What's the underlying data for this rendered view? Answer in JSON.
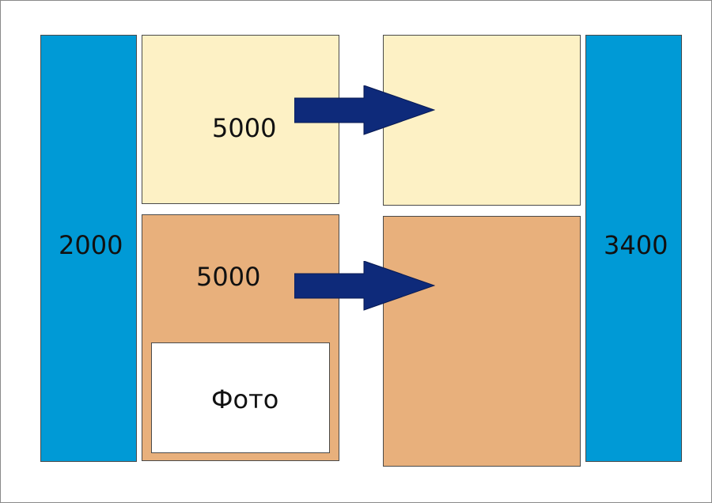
{
  "colors": {
    "column_blue": "#009ad6",
    "light_cream": "#fdf1c5",
    "tan": "#e8b07c",
    "arrow_navy": "#0e2a7a",
    "photo_white": "#ffffff"
  },
  "left_column": {
    "value": "2000"
  },
  "right_column": {
    "value": "3400"
  },
  "top_left_block": {
    "value": "5000"
  },
  "bottom_left_block": {
    "value": "5000",
    "photo_label": "Фото"
  },
  "icons": {
    "arrow": "right-arrow-icon"
  }
}
